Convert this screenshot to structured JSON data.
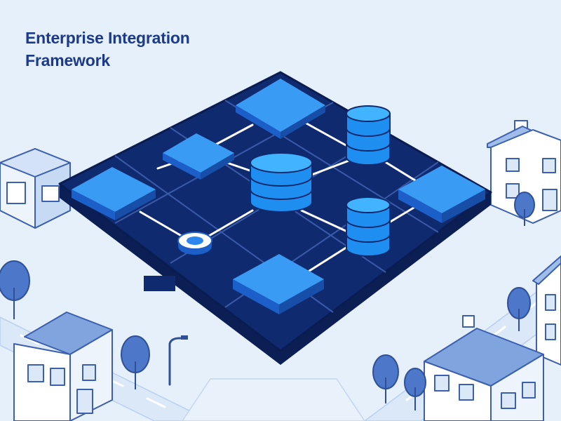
{
  "page": {
    "title": "Enterprise Integration Framework"
  },
  "colors": {
    "background": "#e6f0fb",
    "platform": "#0f2a6e",
    "platform_grid": "#3a5aa8",
    "node_block": "#2b86f0",
    "node_database": "#1e8ff0",
    "connector": "#ffffff",
    "title_text": "#1c3a8a",
    "house_outline": "#3c5fae"
  },
  "diagram": {
    "node_types": [
      "block",
      "database",
      "hub"
    ],
    "block_node_count": 5,
    "database_node_count": 3,
    "hub_node_count": 1,
    "surroundings": [
      "houses",
      "trees",
      "streets",
      "street-lamp"
    ]
  }
}
